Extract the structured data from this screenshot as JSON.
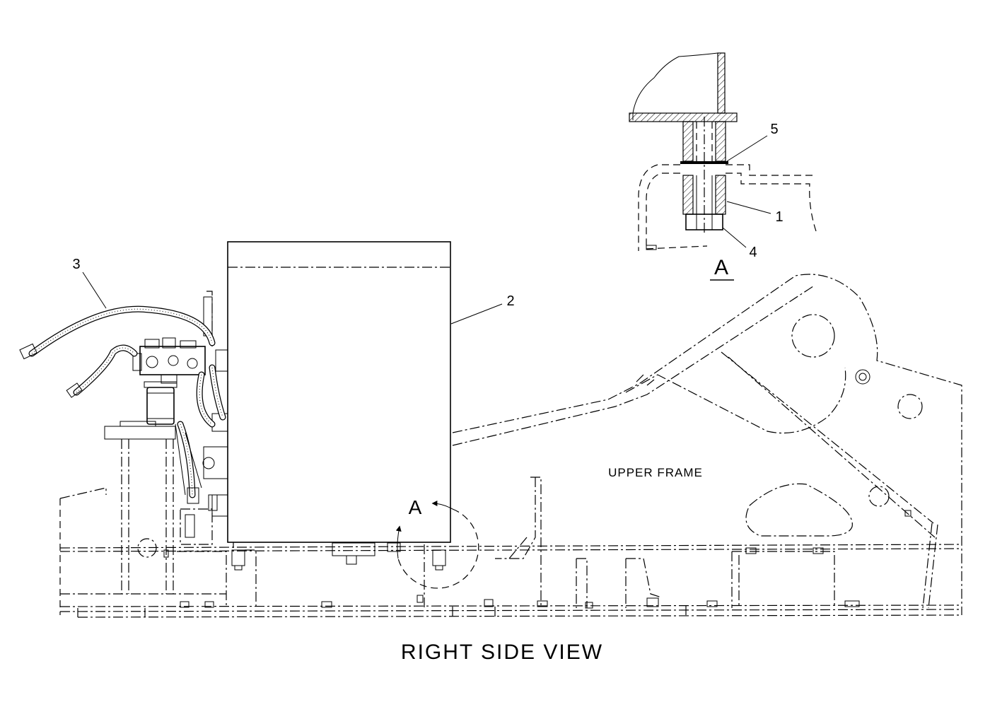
{
  "view_title": "RIGHT SIDE VIEW",
  "detail_title": "A",
  "frame_label": "UPPER FRAME",
  "detail_marker": "A",
  "callouts": [
    {
      "id": "1",
      "text": "1"
    },
    {
      "id": "2",
      "text": "2"
    },
    {
      "id": "3",
      "text": "3"
    },
    {
      "id": "4",
      "text": "4"
    },
    {
      "id": "5",
      "text": "5"
    }
  ]
}
